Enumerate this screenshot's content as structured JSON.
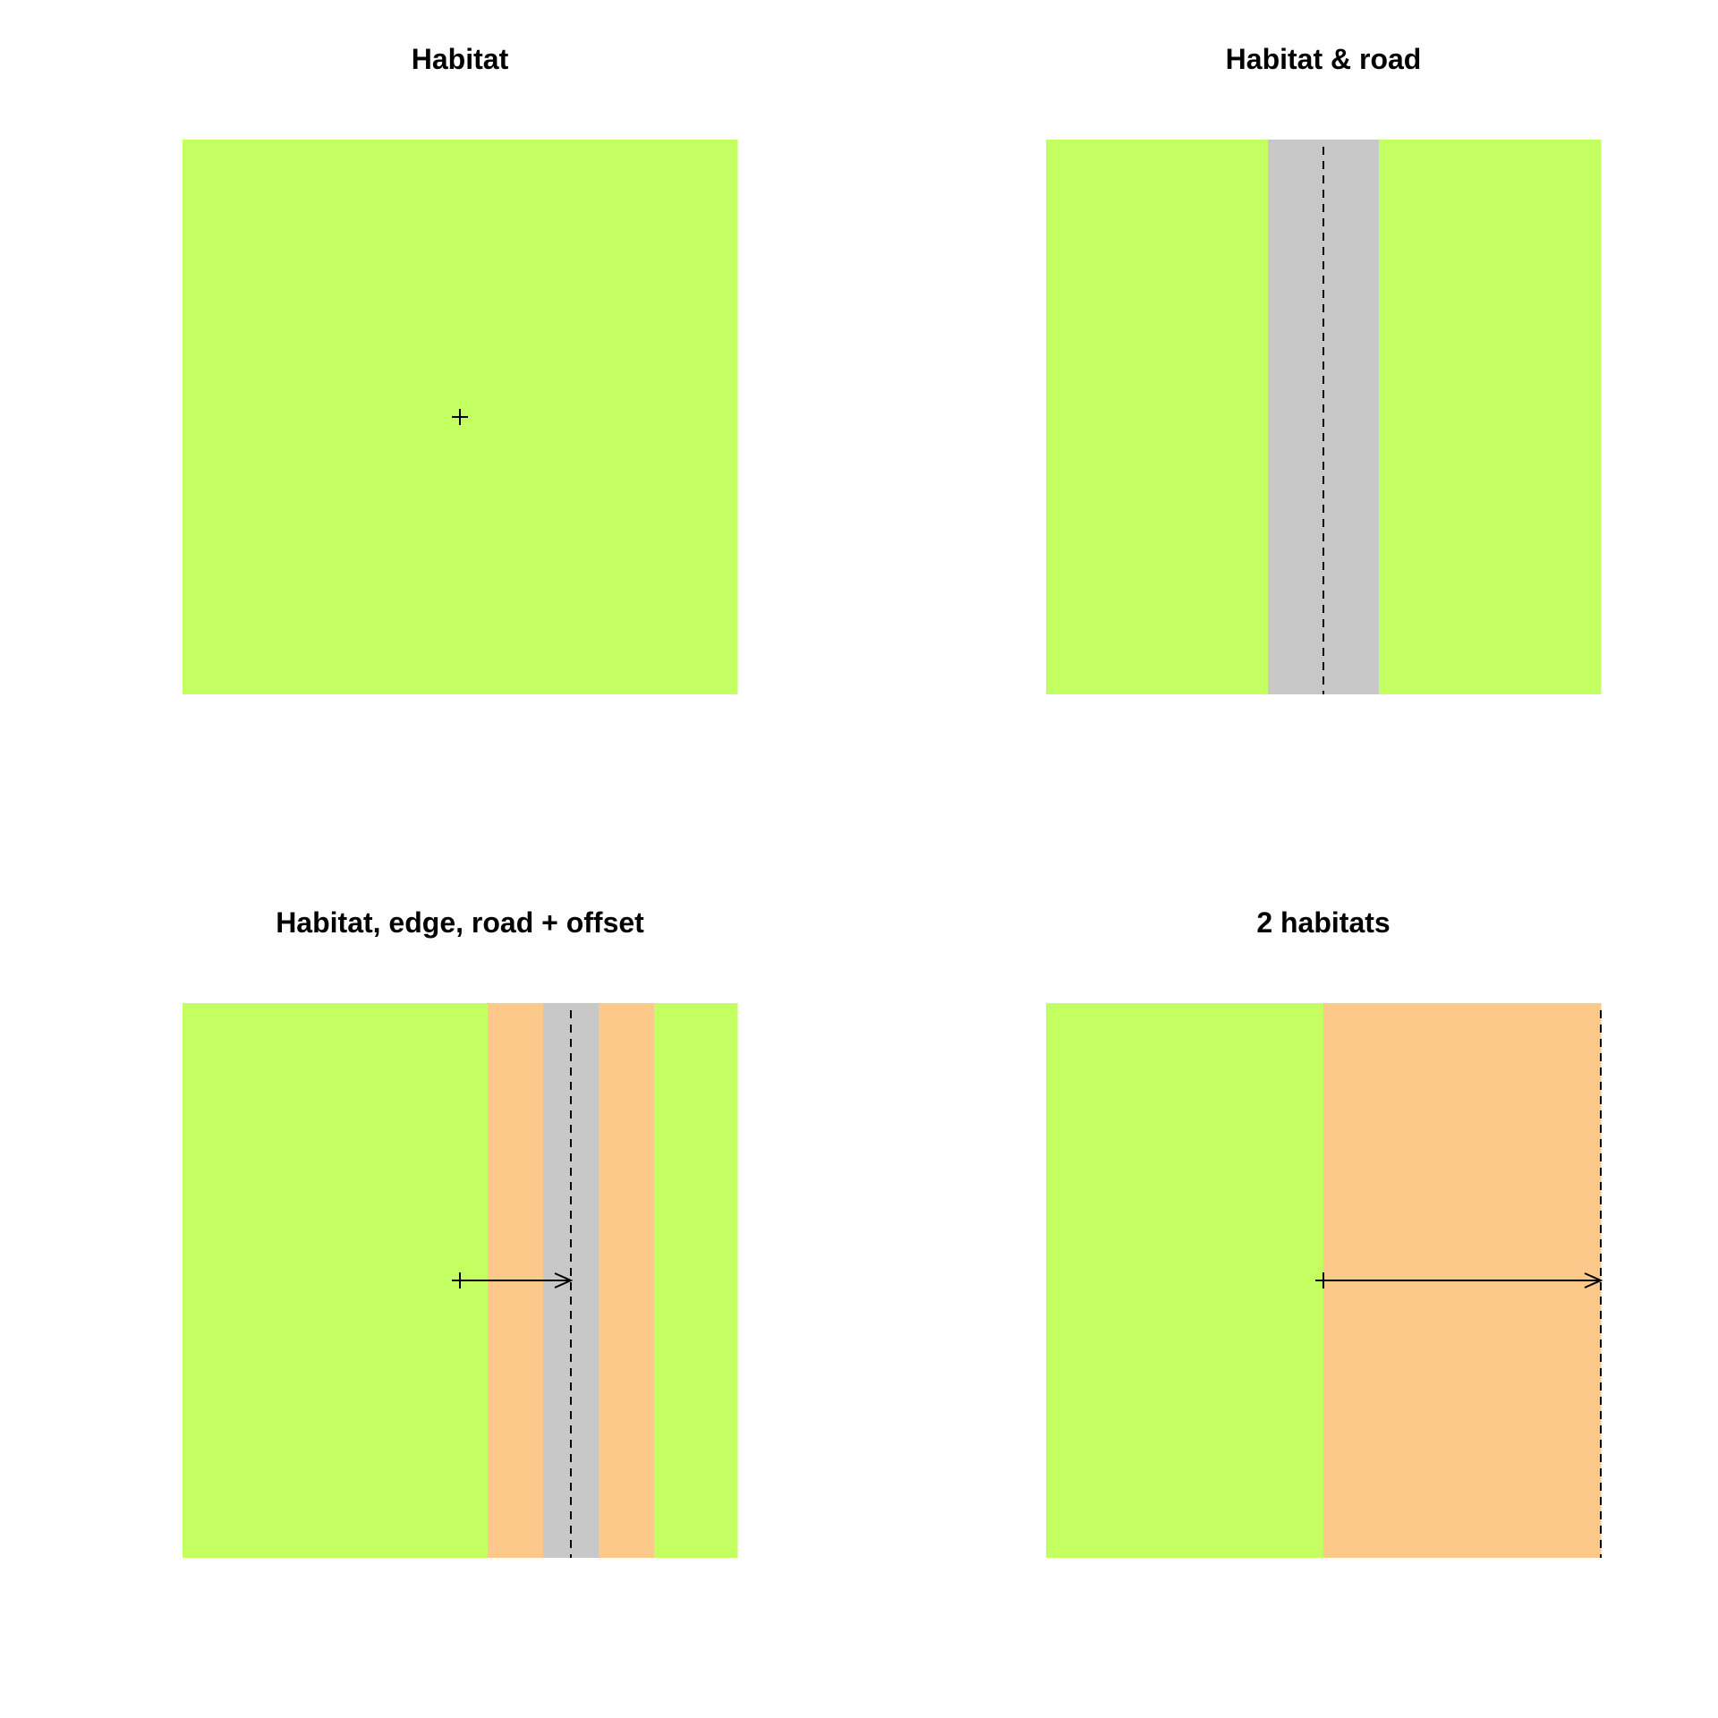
{
  "colors": {
    "habitat": "#c3ff61",
    "edge": "#fdc98b",
    "road": "#c8c8c8",
    "line": "#000000"
  },
  "panels": [
    {
      "title": "Habitat",
      "bands": [
        "habitat"
      ],
      "point": [
        0.5,
        0.5
      ]
    },
    {
      "title": "Habitat & road",
      "bands": [
        "habitat",
        "road",
        "habitat"
      ],
      "road_centerline": 0.5
    },
    {
      "title": "Habitat, edge, road + offset",
      "bands": [
        "habitat",
        "edge",
        "road",
        "edge",
        "habitat"
      ],
      "point": [
        0.5,
        0.5
      ],
      "offset_arrow_to": 0.7,
      "road_centerline": 0.7
    },
    {
      "title": "2 habitats",
      "bands": [
        "habitat",
        "edge"
      ],
      "point": [
        0.5,
        0.5
      ],
      "offset_arrow_to": 1.0,
      "road_centerline": 1.0
    }
  ]
}
